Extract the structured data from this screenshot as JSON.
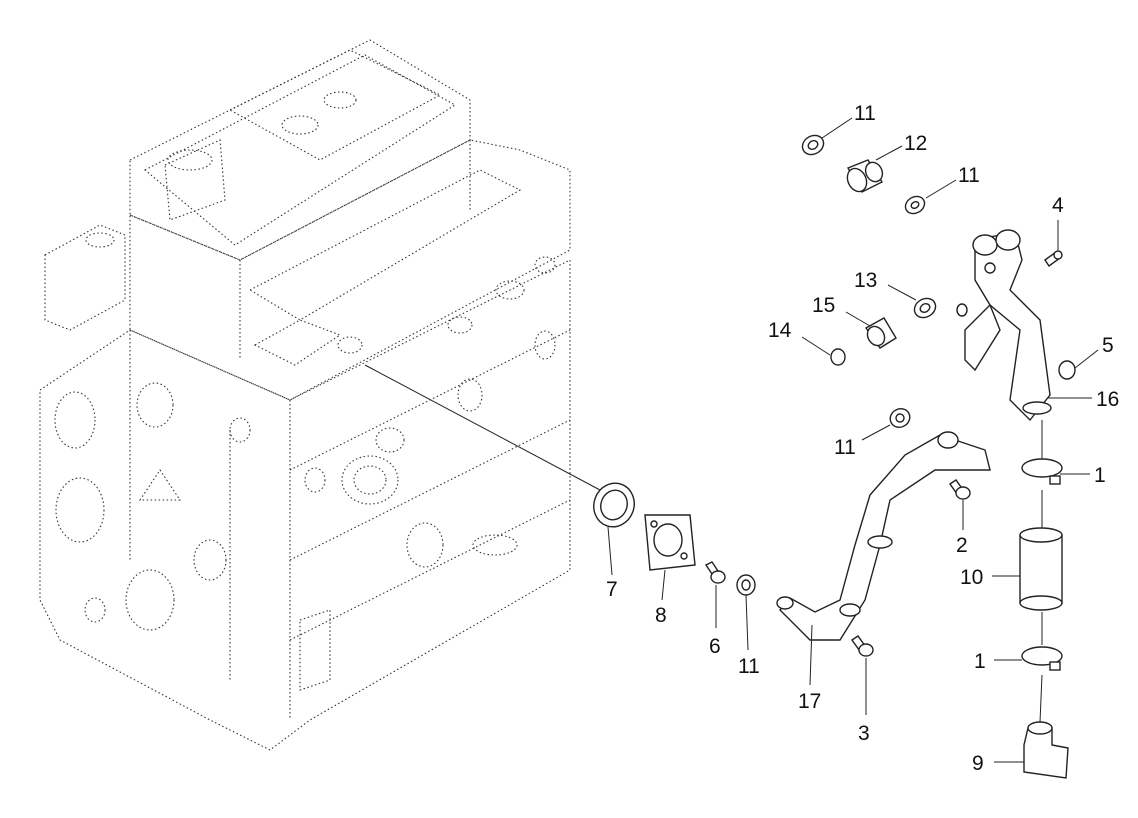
{
  "callouts": [
    {
      "id": "c11a",
      "text": "11"
    },
    {
      "id": "c12",
      "text": "12"
    },
    {
      "id": "c11b",
      "text": "11"
    },
    {
      "id": "c4",
      "text": "4"
    },
    {
      "id": "c13",
      "text": "13"
    },
    {
      "id": "c15",
      "text": "15"
    },
    {
      "id": "c14",
      "text": "14"
    },
    {
      "id": "c5",
      "text": "5"
    },
    {
      "id": "c16",
      "text": "16"
    },
    {
      "id": "c11c",
      "text": "11"
    },
    {
      "id": "c1a",
      "text": "1"
    },
    {
      "id": "c2",
      "text": "2"
    },
    {
      "id": "c10",
      "text": "10"
    },
    {
      "id": "c7",
      "text": "7"
    },
    {
      "id": "c8",
      "text": "8"
    },
    {
      "id": "c6",
      "text": "6"
    },
    {
      "id": "c11d",
      "text": "11"
    },
    {
      "id": "c1b",
      "text": "1"
    },
    {
      "id": "c17",
      "text": "17"
    },
    {
      "id": "c3",
      "text": "3"
    },
    {
      "id": "c9",
      "text": "9"
    }
  ]
}
